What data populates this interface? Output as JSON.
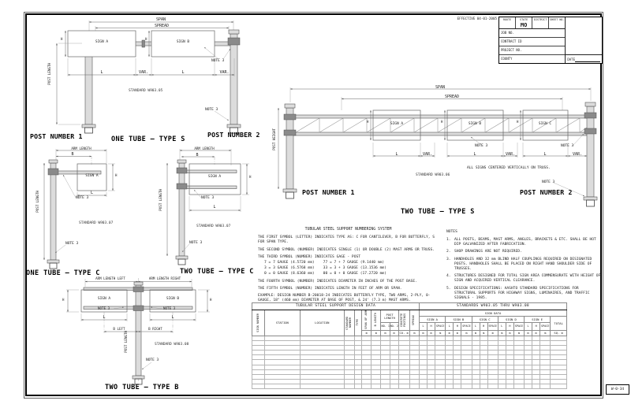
{
  "sheet": {
    "ref": "W-0-34",
    "effective": "EFFECTIVE 04-01-2005"
  },
  "title_block": {
    "route": "ROUTE",
    "state": "STATE",
    "state_value": "MO",
    "district": "DISTRICT",
    "sheet_no": "SHEET NO.",
    "job_no": "JOB NO.",
    "contract_id": "CONTRACT ID",
    "project_no": "PROJECT NO.",
    "county": "COUNTY",
    "date": "DATE"
  },
  "labels": {
    "span": "SPAN",
    "spread": "SPREAD",
    "l": "L",
    "var": "VAR.",
    "h": "H",
    "b": "B",
    "note3": "NOTE 3",
    "post_length": "POST LENGTH",
    "post_height": "POST HEIGHT",
    "arm_length": "ARM LENGTH",
    "arm_length_left": "ARM LENGTH LEFT",
    "arm_length_right": "ARM LENGTH RIGHT",
    "b_left": "B LEFT",
    "b_right": "B RIGHT",
    "sign_a": "SIGN A",
    "sign_b": "SIGN B",
    "sign_c": "SIGN C",
    "post_number_1": "POST NUMBER 1",
    "post_number_2": "POST NUMBER 2"
  },
  "drawings": {
    "one_tube_s": {
      "title": "ONE TUBE — TYPE S",
      "standard": "STANDARD W903.05"
    },
    "two_tube_s": {
      "title": "TWO TUBE — TYPE S",
      "standard": "STANDARD W903.06",
      "centered_note": "ALL SIGNS CENTERED VERTICALLY ON TRUSS."
    },
    "one_tube_c": {
      "title": "ONE TUBE — TYPE C",
      "standard": "STANDARD W903.07"
    },
    "two_tube_c": {
      "title": "TWO TUBE — TYPE C",
      "standard": "STANDARD W903.07"
    },
    "two_tube_b": {
      "title": "TWO TUBE — TYPE B",
      "standard": "STANDARD W903.08"
    }
  },
  "numbering_system": {
    "title": "TUBULAR STEEL SUPPORT NUMBERING SYSTEM",
    "paragraphs": [
      "THE FIRST SYMBOL (LETTER) INDICATES TYPE AS: C FOR CANTILEVER, B FOR BUTTERFLY, S FOR SPAN TYPE.",
      "THE SECOND SYMBOL (NUMBER) INDICATES SINGLE (1) OR DOUBLE (2) MAST ARMS OR TRUSS.",
      "THE THIRD SYMBOL (NUMBER) INDICATES GAGE - POST"
    ],
    "gauge_lines": [
      "7 = 7 GAUGE (4.5720 mm)    77 = 7 + 7 GAUGE (9.1440 mm)",
      "3 = 3 GAUGE (6.5768 mm)    33 = 3 + 3 GAUGE (13.1536 mm)",
      "0 = 0 GAUGE (8.6360 mm)    00 = 0 + 0 GAUGE (17.2720 mm)"
    ],
    "paragraphs2": [
      "THE FOURTH SYMBOL (NUMBER) INDICATES DIAMETER IN INCHES OF THE POST BASE.",
      "THE FIFTH SYMBOL (NUMBER) INDICATES LENGTH IN FEET OF ARM OR SPAN.",
      "EXAMPLE: DESIGN NUMBER B-20018-24 INDICATES BUTTERFLY TYPE, TWO ARMS, 2-PLY, 0-GAUGE, 18\" (460 mm) DIAMETER AT BASE OF POST, & 24' (7.3 m) MAST ARMS."
    ]
  },
  "notes": {
    "heading": "NOTES",
    "items": [
      {
        "num": "1.",
        "text": "ALL POSTS, BEAMS, MAST ARMS, ANGLES, BRACKETS & ETC. SHALL BE HOT DIP GALVANIZED AFTER FABRICATION."
      },
      {
        "num": "2.",
        "text": "SHOP DRAWINGS ARE NOT REQUIRED."
      },
      {
        "num": "3.",
        "text": "HANDHOLES AND 32 mm BLIND HALF COUPLINGS REQUIRED ON DESIGNATED POSTS. HANDHOLES SHALL BE PLACED ON RIGHT HAND SHOULDER SIDE OF TRUSSES."
      },
      {
        "num": "4.",
        "text": "STRUCTURES DESIGNED FOR TOTAL SIGN AREA COMMENSURATE WITH HEIGHT OF SIGN AND ACQUIRED VERTICAL CLEARANCE."
      },
      {
        "num": "5.",
        "text": "DESIGN SPECIFICATIONS: AASHTO STANDARD SPECIFICATIONS FOR STRUCTURAL SUPPORTS FOR HIGHWAY SIGNS, LUMINAIRES, AND TRAFFIC SIGNALS - 1985."
      }
    ]
  },
  "table": {
    "title_left": "TUBULAR STEEL SUPPORT DESIGN DATA",
    "title_right": "STANDARDS W903.05 THRU W903.08",
    "empty_rows": 11,
    "headers": {
      "sign_number": "SIGN NUMBER",
      "station": "STATION",
      "location": "LOCATION",
      "standard_number": "STANDARD NUMBER",
      "type": "TYPE",
      "span_of_arm": "SPAN OF ARM",
      "b_length": "B LENGTH",
      "post_length": "POST LENGTH",
      "no1": "NO. 1",
      "no2": "NO. 2",
      "concrete_footings": "CONCRETE FOOTINGS",
      "spread": "SPREAD",
      "sign_data": "SIGN DATA",
      "sign_a": "SIGN A",
      "sign_b": "SIGN B",
      "sign_c": "SIGN C",
      "sign_d": "SIGN D",
      "sign_e": "SIGN E",
      "l": "L",
      "h": "H",
      "space": "SPACE",
      "total": "TOTAL"
    },
    "units": {
      "m": "m",
      "cu_m": "CU. m",
      "sq_m": "SQ. m"
    }
  }
}
